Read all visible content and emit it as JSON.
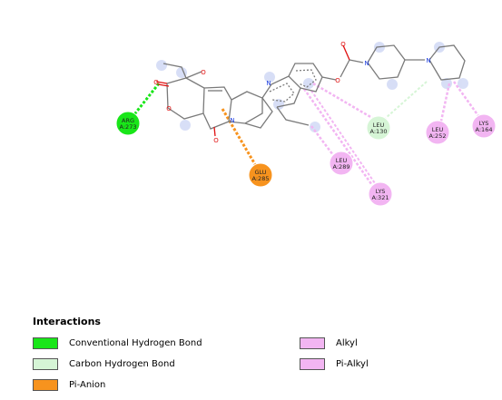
{
  "colors": {
    "conventional_hbond": "#19e619",
    "carbon_hbond": "#d6f5d6",
    "pi_anion": "#f7931e",
    "alkyl": "#f2b5f2",
    "pi_alkyl": "#f2b5f2",
    "bond": "#7a7a7a",
    "oxygen": "#e01010",
    "nitrogen": "#2040e0",
    "atom_glow": "#b8c4f0"
  },
  "residues": [
    {
      "name": "ARG",
      "number": "A:273",
      "type": "conventional_hbond"
    },
    {
      "name": "GLU",
      "number": "A:285",
      "type": "pi_anion"
    },
    {
      "name": "LEU",
      "number": "A:289",
      "type": "alkyl"
    },
    {
      "name": "LYS",
      "number": "A:321",
      "type": "alkyl"
    },
    {
      "name": "LEU",
      "number": "A:130",
      "type": "carbon_hbond"
    },
    {
      "name": "LEU",
      "number": "A:252",
      "type": "alkyl"
    },
    {
      "name": "LYS",
      "number": "A:164",
      "type": "alkyl"
    }
  ],
  "legend": {
    "title": "Interactions",
    "items": [
      {
        "label": "Conventional Hydrogen Bond",
        "key": "conventional_hbond"
      },
      {
        "label": "Carbon Hydrogen Bond",
        "key": "carbon_hbond"
      },
      {
        "label": "Pi-Anion",
        "key": "pi_anion"
      },
      {
        "label": "Alkyl",
        "key": "alkyl"
      },
      {
        "label": "Pi-Alkyl",
        "key": "pi_alkyl"
      }
    ]
  }
}
